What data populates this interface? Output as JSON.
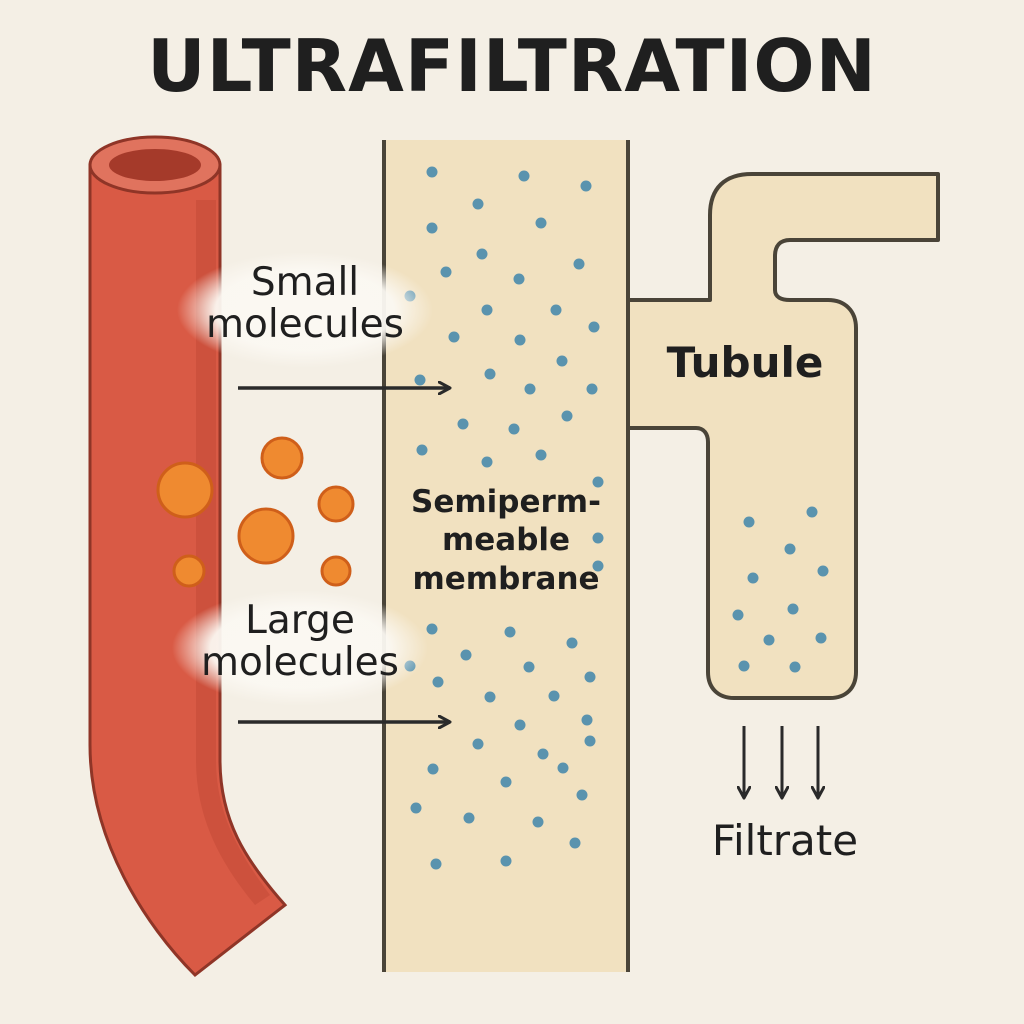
{
  "title": "ULTRAFILTRATION",
  "labels": {
    "small_molecules": "Small\nmolecules",
    "large_molecules": "Large\nmolecules",
    "membrane": "Semiperm-\nmeable\nmembrane",
    "tubule": "Tubule",
    "filtrate": "Filtrate"
  },
  "colors": {
    "background": "#f4efe5",
    "blood_vessel": "#d95a45",
    "membrane": "#f1e1c0",
    "tubule": "#f1e1c0",
    "outline": "#4a4438",
    "small_molecule": "#5a93ae",
    "large_molecule": "#ef8a30",
    "text": "#1f1f1f"
  }
}
